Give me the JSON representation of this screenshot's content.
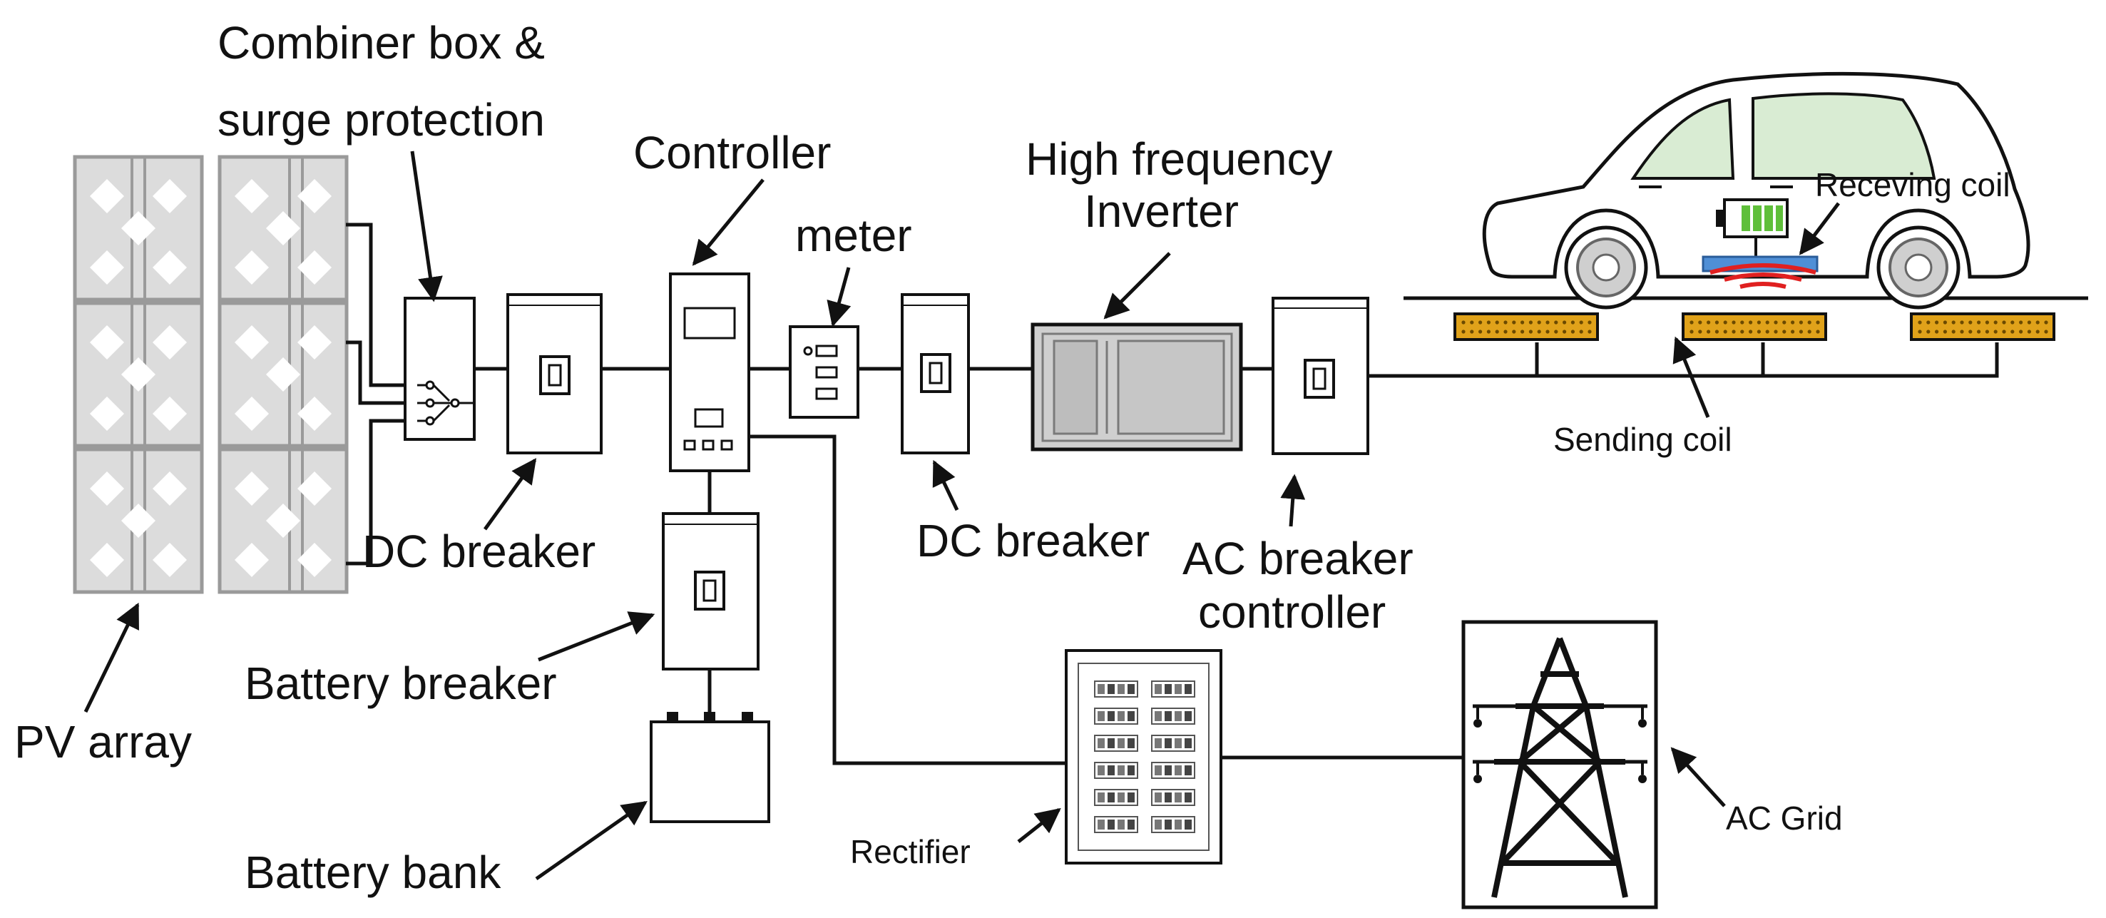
{
  "labels": {
    "combiner_line1": "Combiner box &",
    "combiner_line2": "surge protection",
    "controller": "Controller",
    "meter": "meter",
    "hf_inverter_line1": "High frequency",
    "hf_inverter_line2": "Inverter",
    "receiving_coil": "Receving coil",
    "sending_coil": "Sending coil",
    "dc_breaker_1": "DC breaker",
    "dc_breaker_2": "DC breaker",
    "ac_breaker_line1": "AC breaker",
    "ac_breaker_line2": "controller",
    "battery_breaker": "Battery breaker",
    "pv_array": "PV array",
    "battery_bank": "Battery bank",
    "rectifier": "Rectifier",
    "ac_grid": "AC Grid"
  },
  "colors": {
    "line": "#111111",
    "panel_fill": "#dcdcdc",
    "panel_frame": "#9a9a9a",
    "inverter_fill": "#cfcfcf",
    "coil_fill": "#e0a21a",
    "coil_dots": "#6b4a00",
    "receiving_coil": "#4f8fd6",
    "wave": "#e02020",
    "battery_green": "#5fbf3a",
    "car_window": "#d9ecd3"
  }
}
